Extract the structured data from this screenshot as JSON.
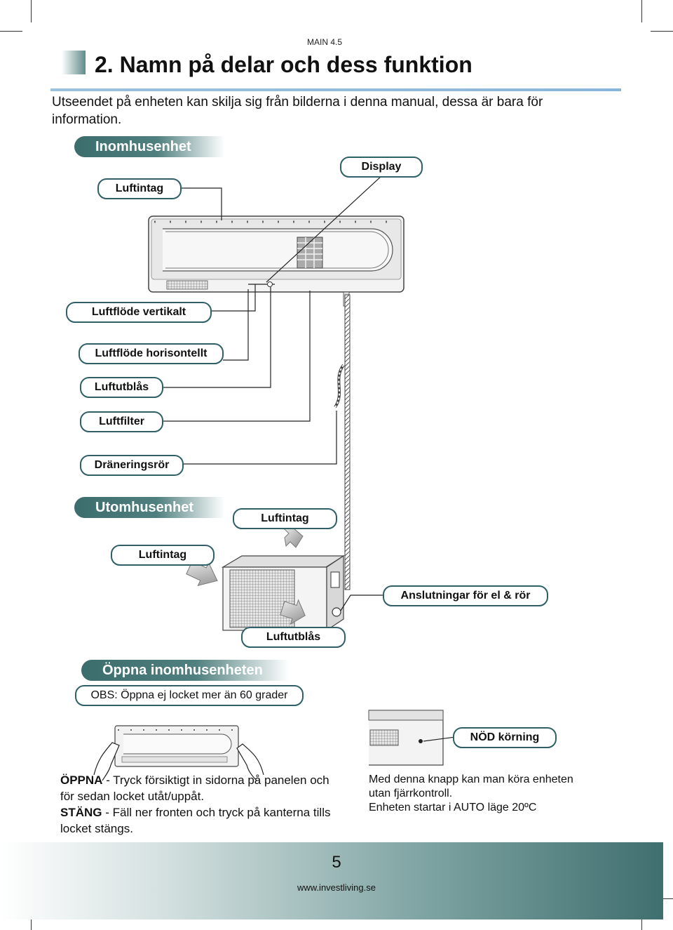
{
  "header": {
    "main_tag": "MAIN 4.5",
    "title": "2. Namn på delar och dess funktion",
    "intro": "Utseendet på enheten kan skilja sig från bilderna i denna manual, dessa är bara för information."
  },
  "indoor": {
    "section_title": "Inomhusenhet",
    "labels": {
      "air_intake": "Luftintag",
      "display": "Display",
      "airflow_vertical": "Luftflöde vertikalt",
      "airflow_horizontal": "Luftflöde horisontellt",
      "air_outlet": "Luftutblås",
      "air_filter": "Luftfilter",
      "drain_pipe": "Dräneringsrör"
    }
  },
  "outdoor": {
    "section_title": "Utomhusenhet",
    "labels": {
      "air_intake_top": "Luftintag",
      "air_intake_left": "Luftintag",
      "connections": "Anslutningar för el & rör",
      "air_outlet": "Luftutblås"
    }
  },
  "open_indoor": {
    "section_title": "Öppna inomhusenheten",
    "note": "OBS: Öppna ej locket mer än 60 grader",
    "emergency_label": "NÖD körning",
    "open_keyword": "ÖPPNA",
    "open_text": " - Tryck försiktigt in sidorna på panelen och för sedan locket utåt/uppåt.",
    "close_keyword": "STÄNG",
    "close_text": " - Fäll ner fronten och tryck på kanterna tills locket stängs.",
    "emergency_line1": "Med denna knapp kan man köra enheten utan fjärrkontroll.",
    "emergency_line2": "Enheten startar i AUTO läge 20ºC"
  },
  "footer": {
    "page_number": "5",
    "website": "www.investliving.se"
  }
}
